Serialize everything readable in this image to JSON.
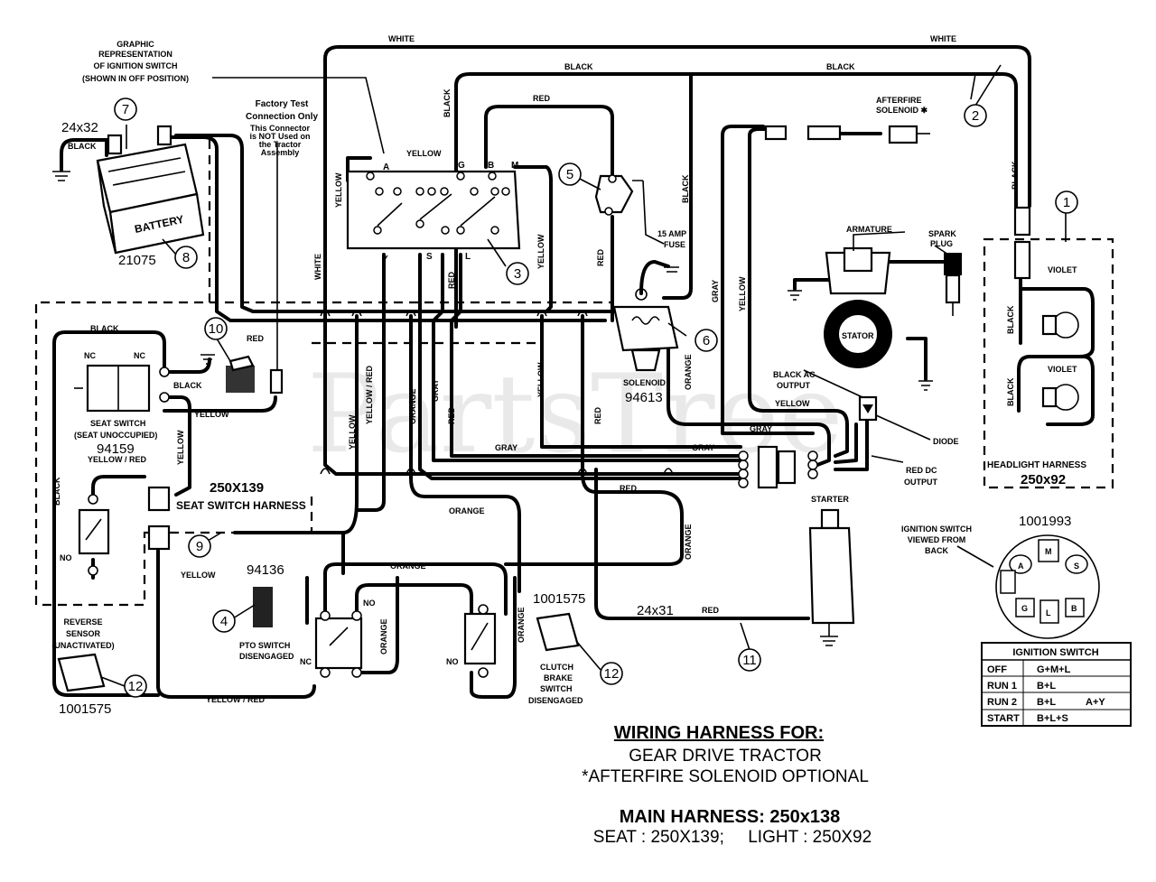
{
  "watermark": "PartsTree",
  "wire_labels": {
    "white_l": "WHITE",
    "white_r": "WHITE",
    "black_top1": "BLACK",
    "black_top2": "BLACK",
    "black_v1": "BLACK",
    "black_v2": "BLACK",
    "black_v3": "BLACK",
    "red_top": "RED",
    "yellow_top": "YELLOW",
    "yellow_v1": "YELLOW",
    "yellow_v2": "YELLOW",
    "white_v": "WHITE",
    "red_v1": "RED",
    "red_v2": "RED",
    "red_v3": "RED",
    "red_v4": "RED",
    "gray_v1": "GRAY",
    "gray_v2": "GRAY",
    "gray_h1": "GRAY",
    "gray_h2": "GRAY",
    "gray_h3": "GRAY",
    "yellow_v3": "YELLOW",
    "yellow_v4": "YELLOW",
    "yellow_v5": "YELLOW",
    "yellow_red_v": "YELLOW / RED",
    "orange_v1": "ORANGE",
    "orange_v2": "ORANGE",
    "orange_v3": "ORANGE",
    "orange_v4": "ORANGE",
    "orange_v5": "ORANGE",
    "orange_h1": "ORANGE",
    "orange_h2": "ORANGE",
    "black_seat": "BLACK",
    "black_seat2": "BLACK",
    "yellow_seat": "YELLOW",
    "yellow_seat_v": "YELLOW",
    "red_10": "RED",
    "yellow_bot": "YELLOW",
    "yellow_red_bot": "YELLOW / RED",
    "black_left_v": "BLACK",
    "red_bottom": "RED",
    "red_starter": "RED",
    "yellow_stator": "YELLOW",
    "violet1": "VIOLET",
    "violet2": "VIOLET",
    "black_hl1": "BLACK",
    "black_hl2": "BLACK"
  },
  "components": {
    "graphic_rep": [
      "GRAPHIC",
      "REPRESENTATION",
      "OF IGNITION SWITCH",
      "(SHOWN IN OFF POSITION)"
    ],
    "factory_test": [
      "Factory Test",
      "Connection Only"
    ],
    "factory_note": [
      "This Connector",
      "is NOT Used on",
      "the Tractor",
      "Assembly"
    ],
    "battery_part": "24x32",
    "battery_label": "BATTERY",
    "battery_num": "21075",
    "terminals": {
      "a": "A",
      "g": "G",
      "b": "B",
      "m": "M",
      "y": "Y",
      "s": "S",
      "l": "L"
    },
    "fuse": [
      "15 AMP",
      "FUSE"
    ],
    "afterfire": [
      "AFTERFIRE",
      "SOLENOID ✱"
    ],
    "armature": "ARMATURE",
    "spark_plug": [
      "SPARK",
      "PLUG"
    ],
    "stator": "STATOR",
    "black_ac": [
      "BLACK AC",
      "OUTPUT"
    ],
    "diode": "DIODE",
    "red_dc": [
      "RED DC",
      "OUTPUT"
    ],
    "solenoid": "SOLENOID",
    "solenoid_num": "94613",
    "seat_nc1": "NC",
    "seat_nc2": "NC",
    "seat_switch": [
      "SEAT SWITCH",
      "(SEAT UNOCCUPIED)"
    ],
    "seat_num": "94159",
    "seat_harness_num": "250X139",
    "seat_harness": "SEAT SWITCH HARNESS",
    "no_left": "NO",
    "starter": "STARTER",
    "starter_cable": "24x31",
    "pto_num": "94136",
    "pto_label": [
      "PTO SWITCH",
      "DISENGAGED"
    ],
    "nc_pto": "NC",
    "no_pto": "NO",
    "no_clutch": "NO",
    "clutch_num": "1001575",
    "clutch_label": [
      "CLUTCH",
      "BRAKE",
      "SWITCH",
      "DISENGAGED"
    ],
    "reverse": [
      "REVERSE",
      "SENSOR",
      "(UNACTIVATED)"
    ],
    "reverse_num": "1001575",
    "headlight_harness": "HEADLIGHT HARNESS",
    "headlight_num": "250x92",
    "ign_back_num": "1001993",
    "ign_back": [
      "IGNITION SWITCH",
      "VIEWED FROM",
      "BACK"
    ],
    "ign_term": {
      "a": "A",
      "m": "M",
      "s": "S",
      "g": "G",
      "l": "L",
      "b": "B"
    }
  },
  "callouts": {
    "c1": "1",
    "c2": "2",
    "c3": "3",
    "c4": "4",
    "c5": "5",
    "c6": "6",
    "c7": "7",
    "c8": "8",
    "c9": "9",
    "c10": "10",
    "c11": "11",
    "c12a": "12",
    "c12b": "12"
  },
  "ignition_table": {
    "title": "IGNITION SWITCH",
    "rows": [
      {
        "pos": "OFF",
        "conn": "G+M+L",
        "extra": ""
      },
      {
        "pos": "RUN 1",
        "conn": "B+L",
        "extra": ""
      },
      {
        "pos": "RUN 2",
        "conn": "B+L",
        "extra": "A+Y"
      },
      {
        "pos": "START",
        "conn": "B+L+S",
        "extra": ""
      }
    ]
  },
  "footer": {
    "title": "WIRING HARNESS FOR:",
    "line1": "GEAR DRIVE TRACTOR",
    "line2": "*AFTERFIRE SOLENOID OPTIONAL",
    "main": "MAIN HARNESS: 250x138",
    "sub": "SEAT : 250X139;     LIGHT : 250X92"
  }
}
